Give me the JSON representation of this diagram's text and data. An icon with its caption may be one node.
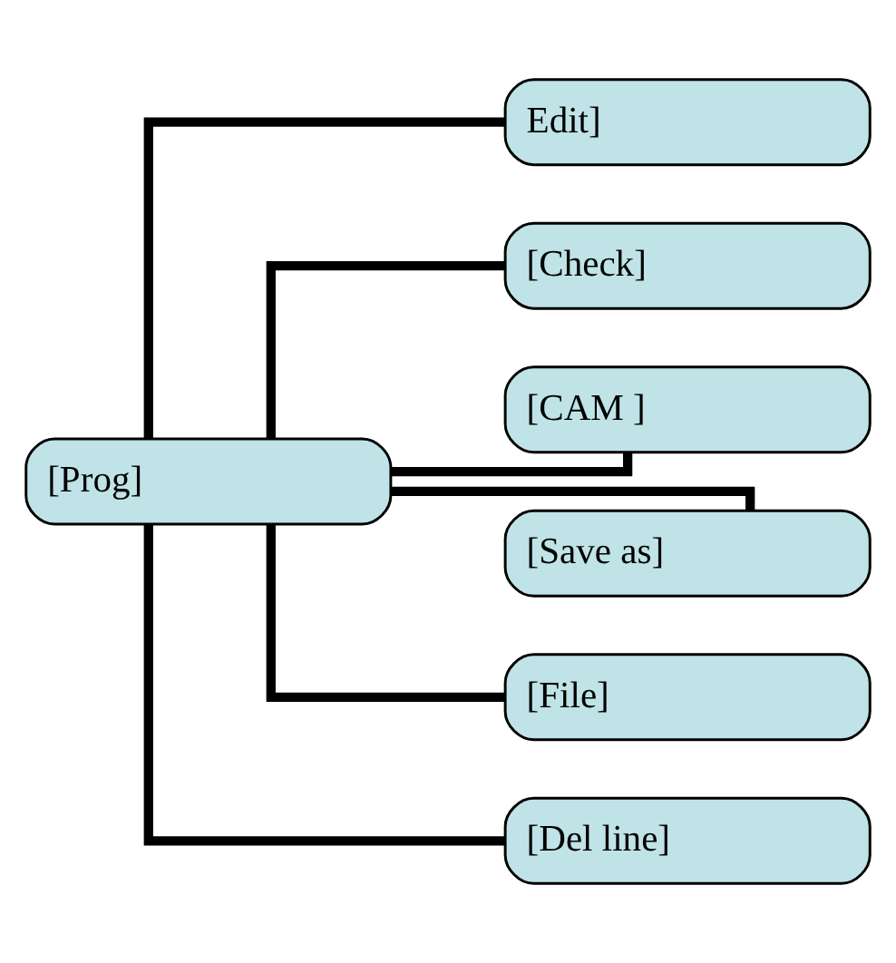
{
  "diagram": {
    "nodes": [
      {
        "text": [
          "[Prog]"
        ]
      },
      {
        "text": [
          "Edit]"
        ]
      },
      {
        "text": [
          "[Check]"
        ]
      },
      {
        "text": [
          "[CAM ]"
        ]
      },
      {
        "text": [
          "[Save as]"
        ]
      },
      {
        "text": [
          "[File]"
        ]
      },
      {
        "text": [
          "[Del line]"
        ]
      }
    ],
    "edges": [
      {
        "from": 0,
        "to": 1,
        "arrow": "none"
      },
      {
        "from": 0,
        "to": 2,
        "arrow": "none"
      },
      {
        "from": 0,
        "to": 3,
        "arrow": "none"
      },
      {
        "from": 0,
        "to": 4,
        "arrow": "none"
      },
      {
        "from": 0,
        "to": 5,
        "arrow": "none"
      },
      {
        "from": 0,
        "to": 6,
        "arrow": "none"
      }
    ]
  }
}
